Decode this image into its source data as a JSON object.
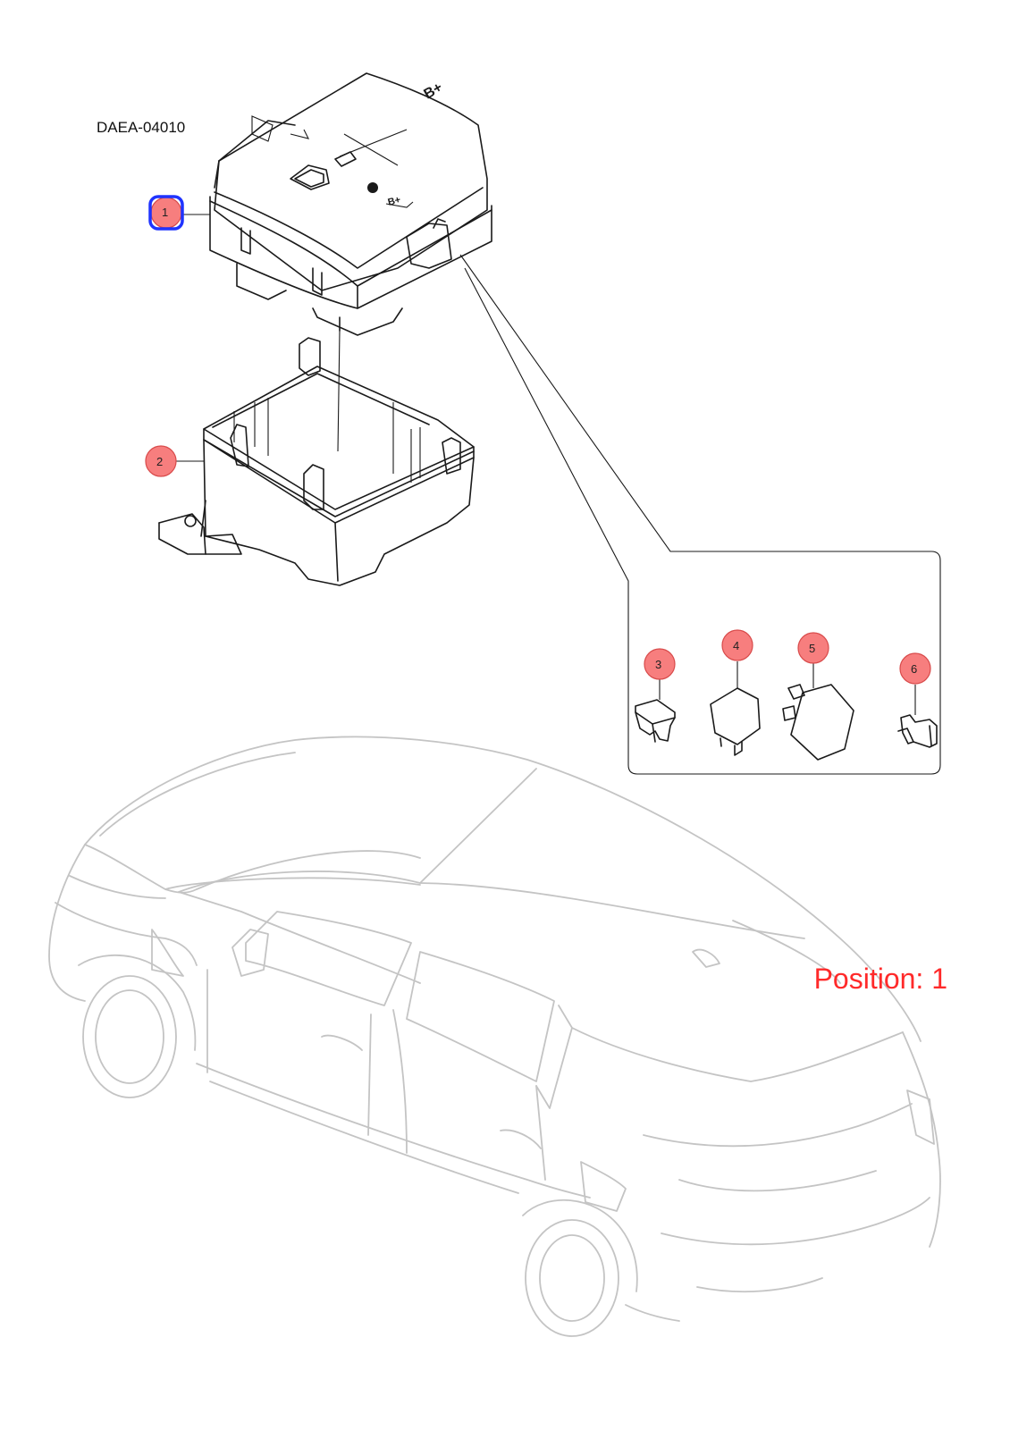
{
  "diagram_code": "DAEA-04010",
  "position_label": "Position: 1",
  "selected_callout": "1",
  "box_markings": {
    "b_plus_top": "B+",
    "b_plus_side": "B+"
  },
  "callouts": [
    {
      "id": "1",
      "label": "1",
      "selected": true
    },
    {
      "id": "2",
      "label": "2",
      "selected": false
    },
    {
      "id": "3",
      "label": "3",
      "selected": false
    },
    {
      "id": "4",
      "label": "4",
      "selected": false
    },
    {
      "id": "5",
      "label": "5",
      "selected": false
    },
    {
      "id": "6",
      "label": "6",
      "selected": false
    }
  ],
  "colors": {
    "callout_fill": "#f77e7e",
    "selection_ring": "#1f33ff",
    "position_text": "#ff2a2a",
    "car_outline": "#c4c4c4"
  }
}
